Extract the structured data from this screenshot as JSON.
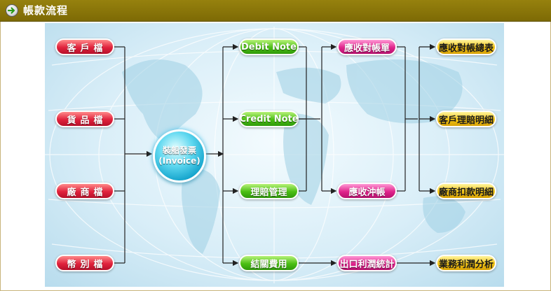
{
  "header": {
    "title": "帳款流程",
    "icon": "arrow-right-circle-icon"
  },
  "diagram": {
    "sources": [
      "客戶檔",
      "貨品檔",
      "廠商檔",
      "幣別檔"
    ],
    "hub": {
      "line1": "裝船發票",
      "line2": "(Invoice)"
    },
    "stage2": [
      "Debit Note",
      "Credit Note",
      "理賠管理",
      "結關費用"
    ],
    "stage3": [
      "應收對帳單",
      "應收沖帳",
      "出口利潤統計"
    ],
    "stage4": [
      "應收對帳總表",
      "客戶理賠明細",
      "廠商扣款明細",
      "業務利潤分析"
    ],
    "colors": {
      "header": "#8a7609",
      "source": "#e0223c",
      "stage2": "#4bbf14",
      "stage3": "#e0248c",
      "stage4": "#f2c414",
      "hub": "#0c9ec8",
      "line": "#222222"
    }
  }
}
